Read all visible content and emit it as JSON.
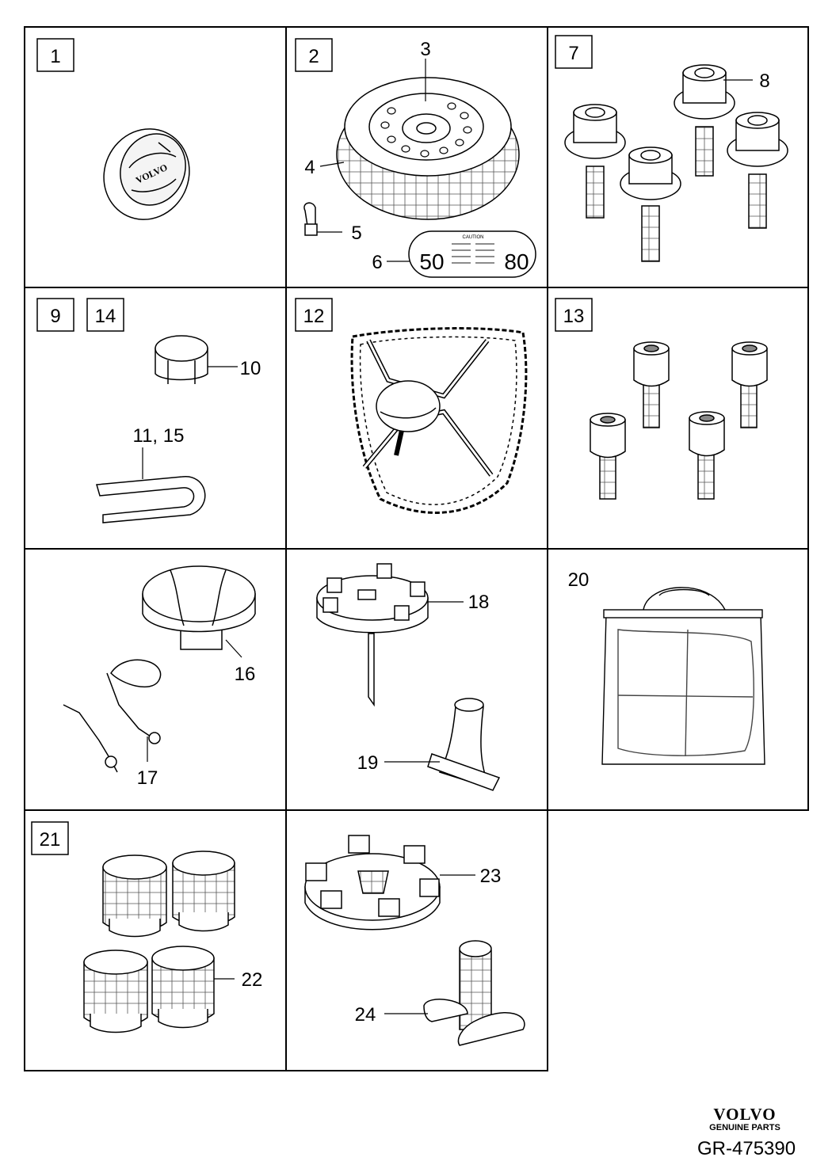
{
  "panels": [
    {
      "ref": "1"
    },
    {
      "ref": "2"
    },
    {
      "ref": "7"
    },
    {
      "ref": "9",
      "ref2": "14"
    },
    {
      "ref": "12"
    },
    {
      "ref": "13"
    },
    {
      "ref": "16"
    },
    {
      "ref": "18"
    },
    {
      "ref": "20"
    },
    {
      "ref": "21"
    },
    {
      "ref": "23"
    }
  ],
  "callouts": {
    "c3": "3",
    "c4": "4",
    "c5": "5",
    "c6": "6",
    "c8": "8",
    "c10": "10",
    "c11_15": "11, 15",
    "c16": "16",
    "c17": "17",
    "c18": "18",
    "c19": "19",
    "c20": "20",
    "c22": "22",
    "c23": "23",
    "c24": "24"
  },
  "cap_text": "VOLVO",
  "decal": {
    "left": "50",
    "right": "80",
    "heading": "CAUTION"
  },
  "brand": {
    "logo": "VOLVO",
    "sub": "GENUINE PARTS"
  },
  "reference": "GR-475390"
}
